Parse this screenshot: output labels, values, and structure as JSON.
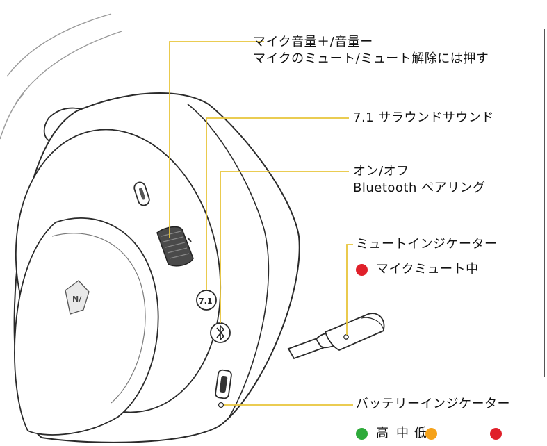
{
  "callouts": {
    "mic_volume": {
      "line1": "マイク音量＋/音量ー",
      "line2": "マイクのミュート/ミュート解除には押す"
    },
    "surround": {
      "line1": "7.1 サラウンドサウンド"
    },
    "power": {
      "line1": "オン/オフ",
      "line2": "Bluetooth ペアリング"
    },
    "mute_indicator": {
      "title": "ミュートインジケーター",
      "legend_label": "マイクミュート中",
      "legend_color": "#e0202a"
    },
    "battery_indicator": {
      "title": "バッテリーインジケーター",
      "levels": [
        {
          "label": "高",
          "color": "#2eaa3a"
        },
        {
          "label": "中",
          "color": "#f5a21a"
        },
        {
          "label": "低",
          "color": "#e0202a"
        }
      ]
    }
  },
  "device": {
    "surround_button_text": "7.1",
    "bluetooth_icon": "bluetooth-icon",
    "logo_icon": "brand-logo-icon"
  },
  "colors": {
    "leader_line": "#e8c53a",
    "outline": "#2a2a2a"
  }
}
